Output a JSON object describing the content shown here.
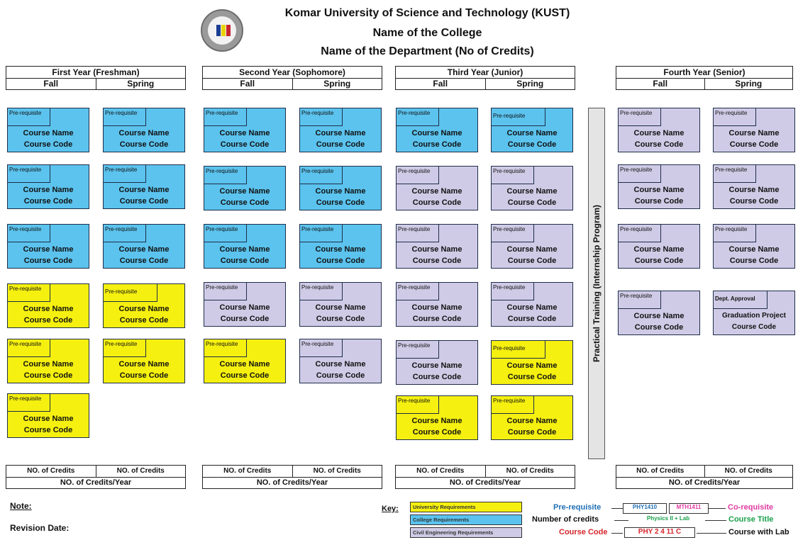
{
  "header": {
    "university": "Komar University of Science and Technology (KUST)",
    "college": "Name of the College",
    "department": "Name of the Department (No of Credits)"
  },
  "years": [
    {
      "title": "First Year (Freshman)",
      "fall": "Fall",
      "spring": "Spring"
    },
    {
      "title": "Second Year (Sophomore)",
      "fall": "Fall",
      "spring": "Spring"
    },
    {
      "title": "Third Year (Junior)",
      "fall": "Fall",
      "spring": "Spring"
    },
    {
      "title": "Fourth Year (Senior)",
      "fall": "Fall",
      "spring": "Spring"
    }
  ],
  "course": {
    "prereq": "Pre-requisite",
    "name": "Course Name",
    "code": "Course Code",
    "dept_approval": "Dept. Approval",
    "graduation_project": "Graduation Project"
  },
  "training": "Practical Training (Internship Program)",
  "credits": {
    "semester": "NO. of Credits",
    "year": "NO. of Credits/Year"
  },
  "footer": {
    "note": "Note:",
    "revision": "Revision Date:",
    "key_label": "Key:",
    "key_items": [
      "University Requirements",
      "College Requirements",
      "Civil Engineering Requirements"
    ],
    "legend": {
      "prereq": "Pre-requisite",
      "credits": "Number of credits",
      "code": "Course Code",
      "coreq": "Co-requisite",
      "title": "Course Title",
      "lab": "Course with Lab",
      "ex_pre": "PHY1410",
      "ex_co": "MTH1411",
      "ex_title": "Physics II + Lab",
      "ex_code": "PHY 2 4 11 C"
    }
  },
  "colors": {
    "university": "#f5f00f",
    "college": "#5bc3ee",
    "major": "#cfcbe6"
  }
}
